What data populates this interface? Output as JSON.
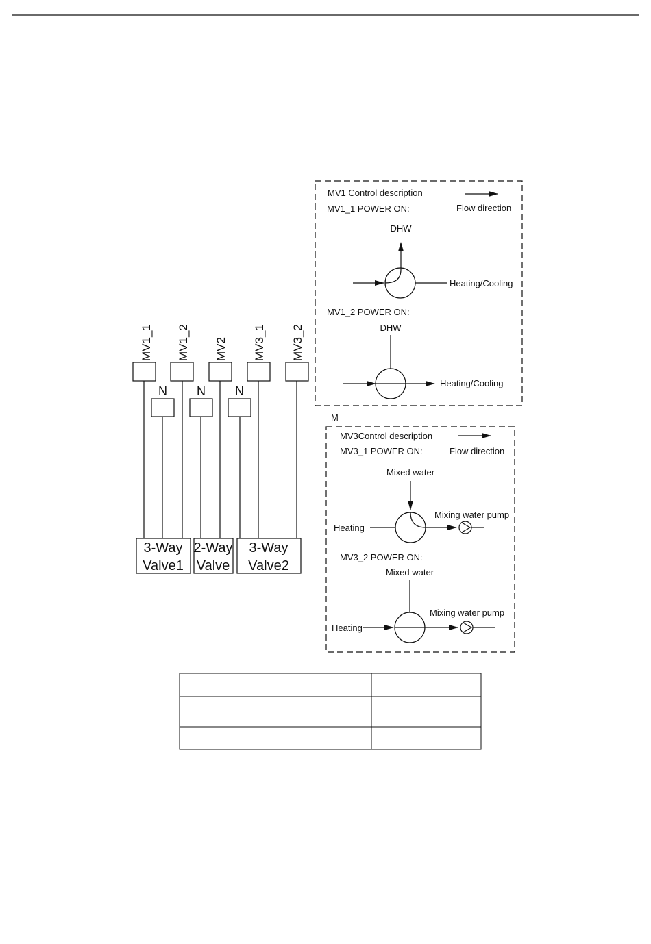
{
  "terminals": {
    "mv1_1": "MV1_1",
    "mv1_2": "MV1_2",
    "mv2": "MV2",
    "mv3_1": "MV3_1",
    "mv3_2": "MV3_2",
    "n1": "N",
    "n2": "N",
    "n3": "N"
  },
  "valves": {
    "v1_line1": "3-Way",
    "v1_line2": "Valve1",
    "v2_line1": "2-Way",
    "v2_line2": "Valve",
    "v3_line1": "3-Way",
    "v3_line2": "Valve2"
  },
  "mv1_panel": {
    "title": "MV1 Control description",
    "flow_direction": "Flow direction",
    "state1": "MV1_1 POWER ON:",
    "state1_dhw": "DHW",
    "state1_heating": "Heating/Cooling",
    "state2": "MV1_2 POWER ON:",
    "state2_dhw": "DHW",
    "state2_heating": "Heating/Cooling"
  },
  "stray_label": "M",
  "mv3_panel": {
    "title": "MV3Control description",
    "flow_direction": "Flow direction",
    "state1": "MV3_1 POWER ON:",
    "state1_mixed": "Mixed water",
    "state1_heating": "Heating",
    "state1_pump": "Mixing water pump",
    "state2": "MV3_2 POWER ON:",
    "state2_mixed": "Mixed water",
    "state2_heating": "Heating",
    "state2_pump": "Mixing water pump"
  }
}
